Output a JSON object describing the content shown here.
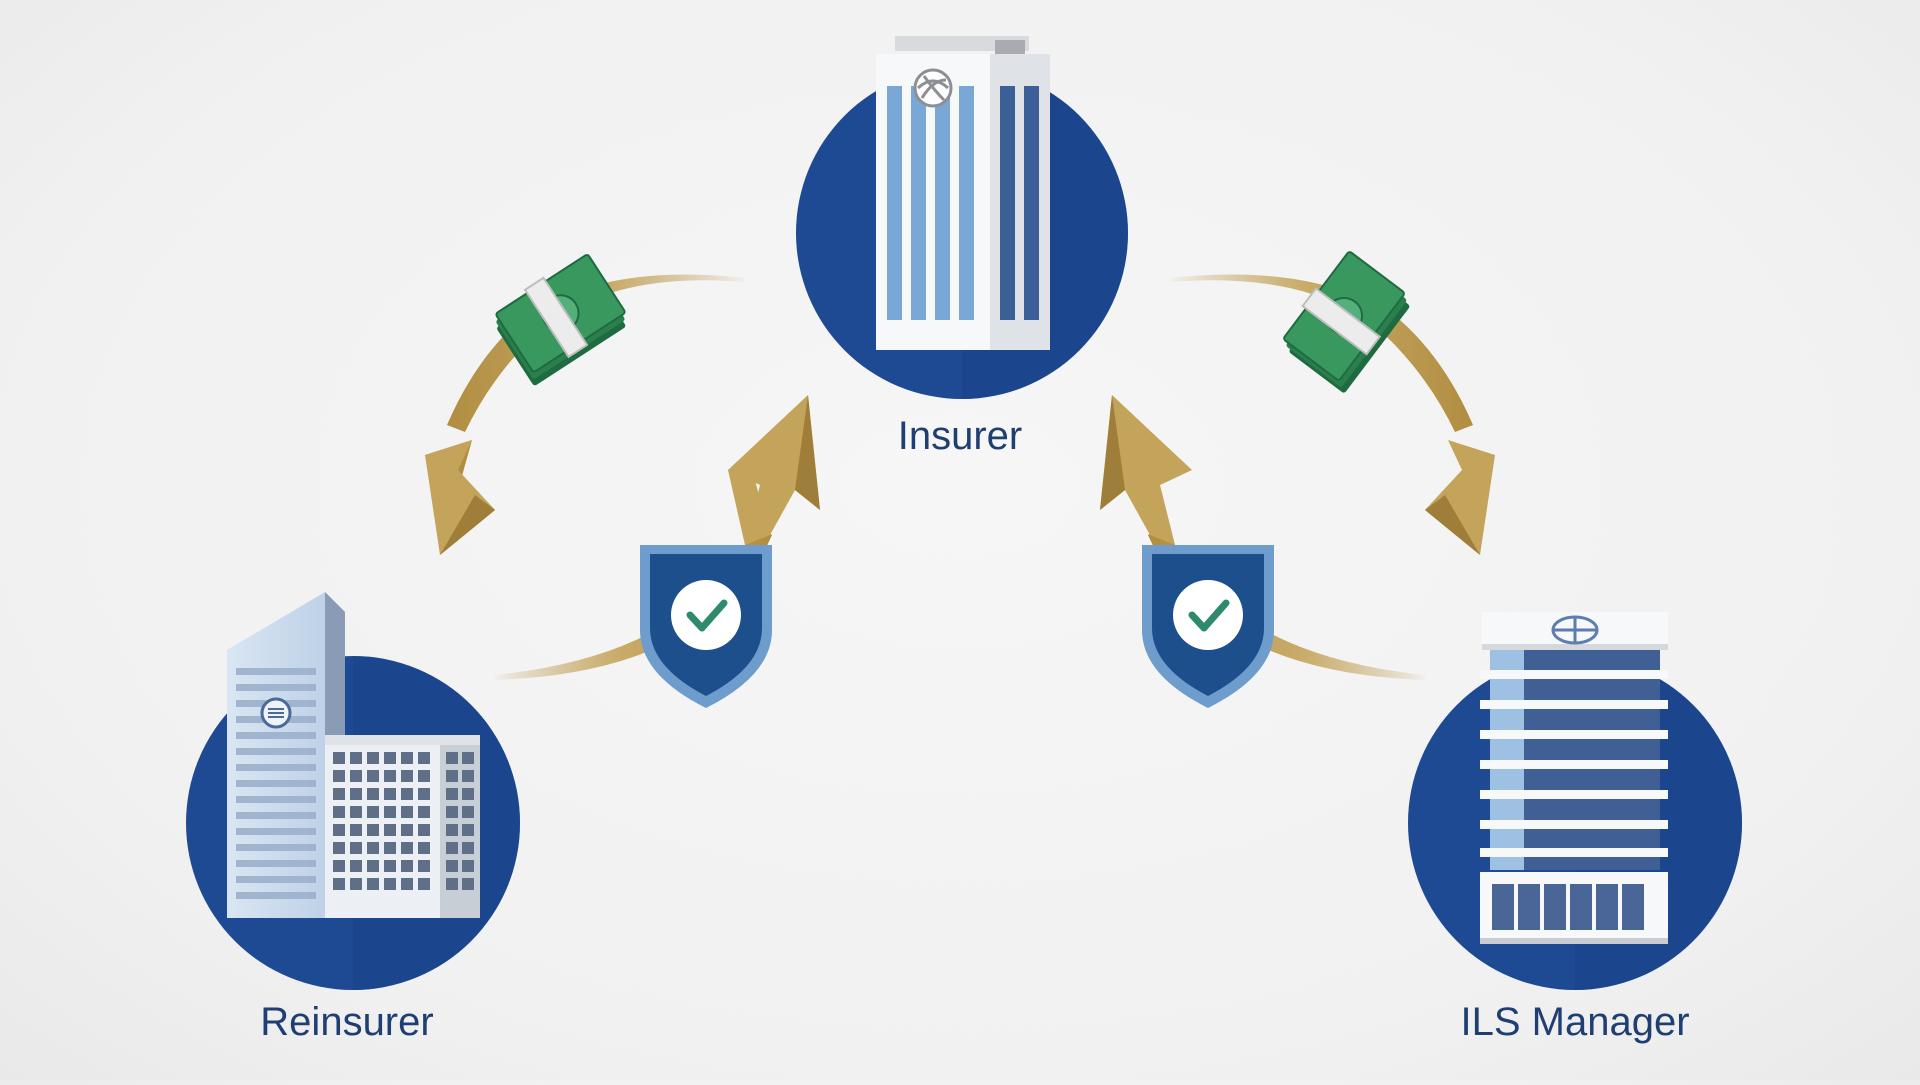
{
  "nodes": {
    "insurer": {
      "label": "Insurer"
    },
    "reinsurer": {
      "label": "Reinsurer"
    },
    "ils_manager": {
      "label": "ILS Manager"
    }
  },
  "flows": [
    {
      "from": "insurer",
      "to": "reinsurer",
      "token": "money-icon"
    },
    {
      "from": "insurer",
      "to": "ils_manager",
      "token": "money-icon"
    },
    {
      "from": "reinsurer",
      "to": "insurer",
      "token": "shield-check-icon"
    },
    {
      "from": "ils_manager",
      "to": "insurer",
      "token": "shield-check-icon"
    }
  ],
  "colors": {
    "circle": "#1d4a93",
    "arrow_gold": "#b8974c",
    "arrow_light": "#dcc89a",
    "money": "#2f8a57",
    "shield": "#1d4f8c",
    "check": "#2e8a6c",
    "label": "#1f3f73"
  }
}
